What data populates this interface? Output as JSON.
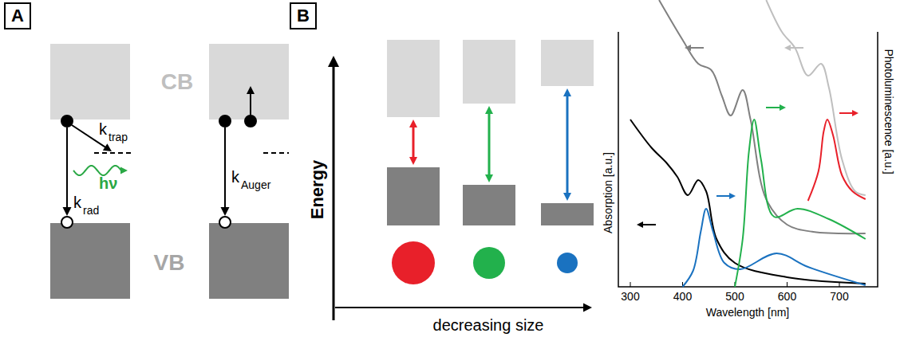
{
  "diagram": {
    "nodes": [
      {
        "text": [
          "A"
        ]
      },
      {
        "text": [
          "B"
        ]
      }
    ],
    "labels": [
      "CB",
      "VB",
      "k",
      "trap",
      "hν",
      "k",
      "rad",
      "k",
      "Auger",
      "Energy",
      "decreasing size",
      "Absorption [a.u.]",
      "Wavelength [nm]",
      "300",
      "400",
      "500",
      "600",
      "700",
      "Photoluminescence [a.u.]"
    ]
  }
}
